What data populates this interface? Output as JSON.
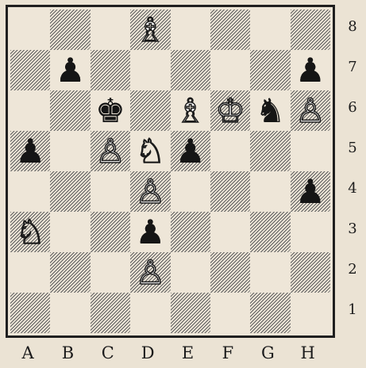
{
  "board": {
    "files": [
      "A",
      "B",
      "C",
      "D",
      "E",
      "F",
      "G",
      "H"
    ],
    "ranks": [
      "8",
      "7",
      "6",
      "5",
      "4",
      "3",
      "2",
      "1"
    ],
    "pieces": [
      {
        "square": "D8",
        "color": "white",
        "type": "bishop",
        "glyph": "♗"
      },
      {
        "square": "B7",
        "color": "black",
        "type": "pawn",
        "glyph": "♟"
      },
      {
        "square": "H7",
        "color": "black",
        "type": "pawn",
        "glyph": "♟"
      },
      {
        "square": "C6",
        "color": "black",
        "type": "king",
        "glyph": "♚"
      },
      {
        "square": "E6",
        "color": "white",
        "type": "bishop",
        "glyph": "♗"
      },
      {
        "square": "F6",
        "color": "white",
        "type": "king",
        "glyph": "♔"
      },
      {
        "square": "G6",
        "color": "black",
        "type": "knight",
        "glyph": "♞"
      },
      {
        "square": "H6",
        "color": "white",
        "type": "pawn",
        "glyph": "♙"
      },
      {
        "square": "A5",
        "color": "black",
        "type": "pawn",
        "glyph": "♟"
      },
      {
        "square": "C5",
        "color": "white",
        "type": "pawn",
        "glyph": "♙"
      },
      {
        "square": "D5",
        "color": "white",
        "type": "knight",
        "glyph": "♘"
      },
      {
        "square": "E5",
        "color": "black",
        "type": "pawn",
        "glyph": "♟"
      },
      {
        "square": "D4",
        "color": "white",
        "type": "pawn",
        "glyph": "♙"
      },
      {
        "square": "H4",
        "color": "black",
        "type": "pawn",
        "glyph": "♟"
      },
      {
        "square": "A3",
        "color": "white",
        "type": "knight",
        "glyph": "♘"
      },
      {
        "square": "D3",
        "color": "black",
        "type": "pawn",
        "glyph": "♟"
      },
      {
        "square": "D2",
        "color": "white",
        "type": "pawn",
        "glyph": "♙"
      }
    ]
  },
  "colors": {
    "light_square": "#eee6d8",
    "dark_square_hatch": "#5d5d5d",
    "frame": "#1f1f1f",
    "background": "#ebe3d4"
  }
}
